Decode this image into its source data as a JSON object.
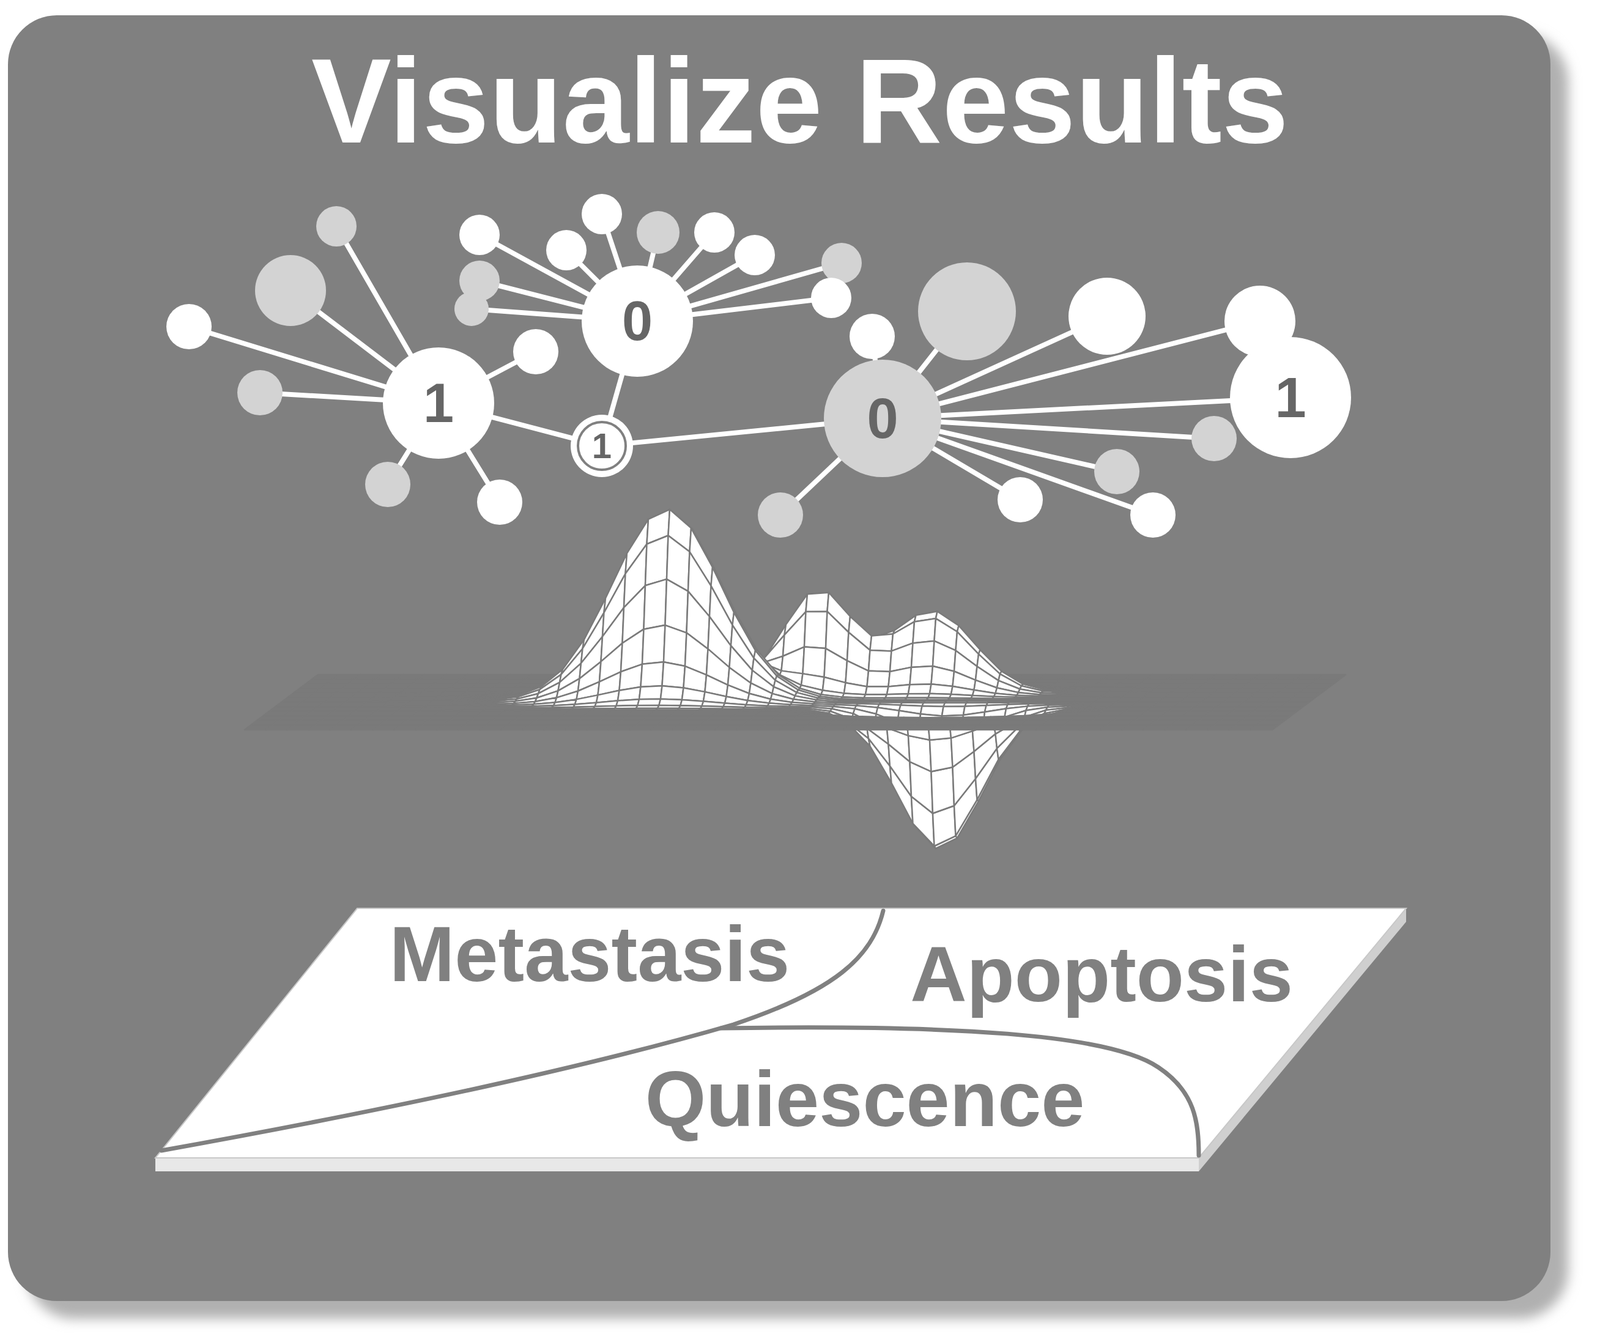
{
  "diagram": {
    "title": "Visualize Results",
    "nodes": [
      {
        "text": [
          "1"
        ]
      },
      {
        "text": [
          "0"
        ]
      },
      {
        "text": [
          "1"
        ]
      },
      {
        "text": [
          "0"
        ]
      },
      {
        "text": [
          "1"
        ]
      },
      {
        "text": [
          "Metastasis",
          "Apoptosis",
          "Quiescence"
        ]
      }
    ],
    "edges": [
      {
        "from": 0,
        "to": 2,
        "arrow": "none"
      },
      {
        "from": 1,
        "to": 2,
        "arrow": "none"
      },
      {
        "from": 2,
        "to": 3,
        "arrow": "none"
      },
      {
        "from": 3,
        "to": 4,
        "arrow": "none"
      }
    ]
  }
}
